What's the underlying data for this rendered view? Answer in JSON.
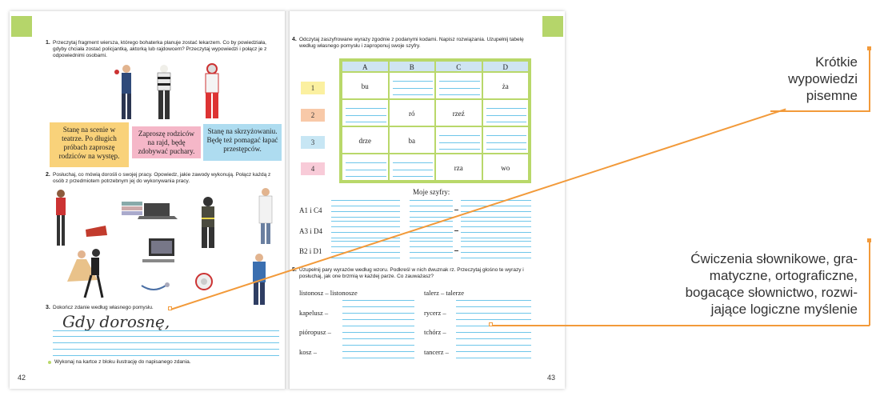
{
  "left_page": {
    "page_number": "42",
    "ex1": {
      "number": "1.",
      "text": "Przeczytaj fragment wiersza, którego bohaterka planuje zostać lekarzem. Co by powiedziała, gdyby chciała zostać policjantką, aktorką lub rajdowcem? Przeczytaj wypowiedzi i połącz je z odpowiednimi osobami.",
      "bubbles": [
        "Stanę na scenie w teatrze. Po długich próbach zaproszę rodziców na występ.",
        "Zaproszę rodziców na rajd, będę zdobywać puchary.",
        "Stanę na skrzyżowaniu. Będę też pomagać łapać przestępców."
      ],
      "bubble_colors": [
        "#f9d27a",
        "#f5b7c8",
        "#aedcf0"
      ]
    },
    "ex2": {
      "number": "2.",
      "text": "Posłuchaj, co mówią dorośli o swojej pracy. Opowiedz, jakie zawody wykonują. Połącz każdą z osób z przedmiotem potrzebnym jej do wykonywania pracy."
    },
    "ex3": {
      "number": "3.",
      "text": "Dokończ zdanie według własnego pomysłu.",
      "handwriting": "Gdy dorosnę,"
    },
    "footer_task": "Wykonaj na kartce z bloku ilustrację do napisanego zdania."
  },
  "right_page": {
    "page_number": "43",
    "ex4": {
      "number": "4.",
      "text": "Odczytaj zaszyfrowane wyrazy zgodnie z podanymi kodami. Napisz rozwiązania. Uzupełnij tabelę według własnego pomysłu i zaproponuj swoje szyfry.",
      "columns": [
        "A",
        "B",
        "C",
        "D"
      ],
      "rows": [
        {
          "label": "1",
          "cells": [
            "bu",
            "",
            "",
            "ża"
          ]
        },
        {
          "label": "2",
          "cells": [
            "",
            "ró",
            "rzeź",
            ""
          ]
        },
        {
          "label": "3",
          "cells": [
            "drze",
            "ba",
            "",
            ""
          ]
        },
        {
          "label": "4",
          "cells": [
            "",
            "",
            "rza",
            "wo"
          ]
        }
      ],
      "row_colors": [
        "#fbf0a0",
        "#f8c9a8",
        "#c7e6f4",
        "#f8cbd8"
      ],
      "ciphers_title": "Moje szyfry:",
      "codes": [
        "A1 i C4",
        "A3 i D4",
        "B2 i D1"
      ]
    },
    "ex5": {
      "number": "5.",
      "text": "Uzupełnij pary wyrazów według wzoru. Podkreśl w nich dwuznak rz. Przeczytaj głośno te wyrazy i posłuchaj, jak one brzmią w każdej parze. Co zauważasz?",
      "left_words": [
        "listonosz – listonosze",
        "kapelusz –",
        "pióropusz –",
        "kosz –"
      ],
      "right_words": [
        "talerz – talerze",
        "rycerz –",
        "tchórz –",
        "tancerz –"
      ]
    }
  },
  "callouts": {
    "top": "Krótkie wypowiedzi pisemne",
    "bottom": "Ćwiczenia słownikowe, gramatyczne, ortograficzne, bogacące słownictwo, rozwijające logiczne myślenie",
    "top_lines": [
      "Krótkie",
      "wypowiedzi",
      "pisemne"
    ],
    "bottom_lines": [
      "Ćwiczenia słownikowe, gra-",
      "matyczne, ortograficzne,",
      "bogacące słownictwo, rozwi-",
      "jające logiczne myślenie"
    ],
    "accent": "#f29a3a"
  }
}
